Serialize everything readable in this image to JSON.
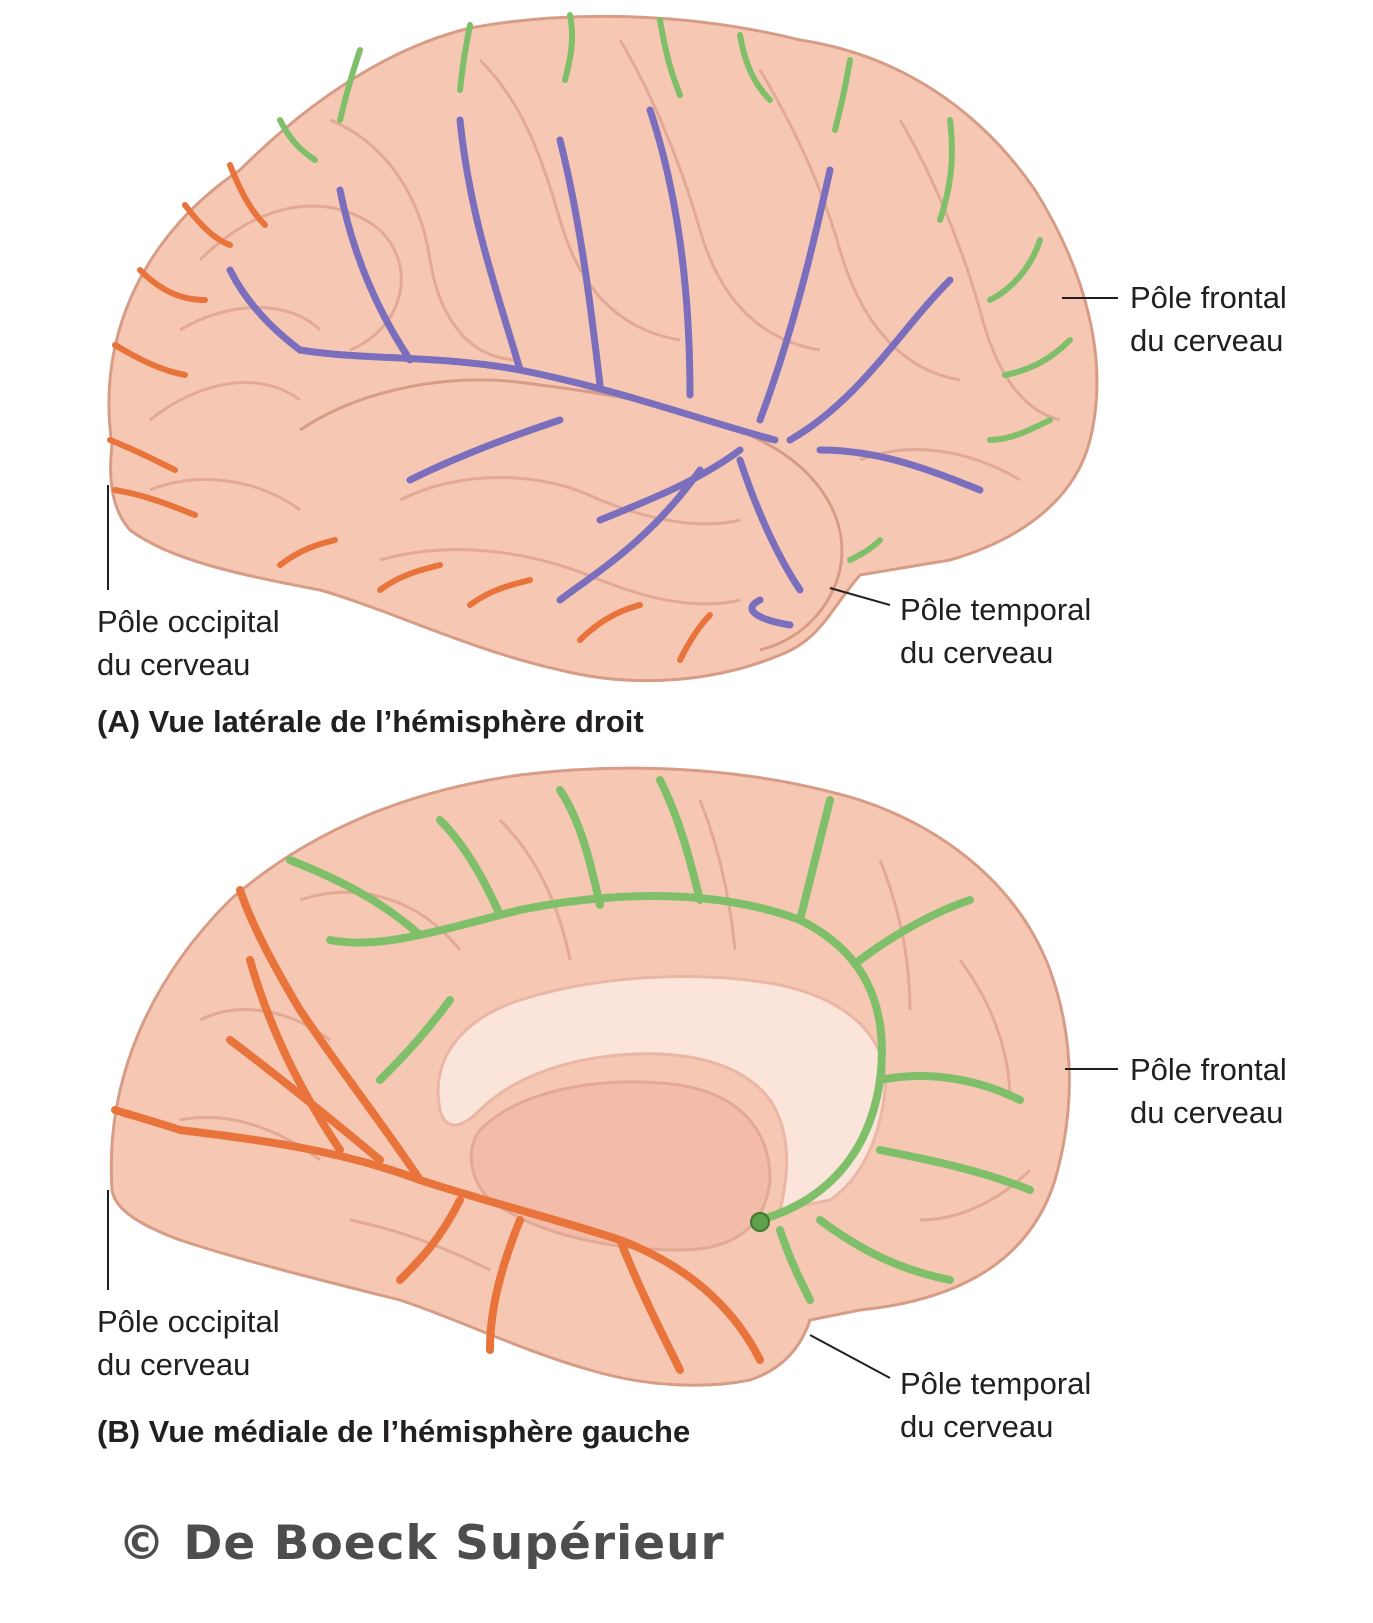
{
  "panel_a": {
    "caption_letter": "(A)",
    "caption_text": "Vue latérale de l’hémisphère droit",
    "frontal_pole": [
      "Pôle frontal",
      "du cerveau"
    ],
    "occipital_pole": [
      "Pôle occipital",
      "du cerveau"
    ],
    "temporal_pole": [
      "Pôle temporal",
      "du cerveau"
    ]
  },
  "panel_b": {
    "caption_letter": "(B)",
    "caption_text": "Vue médiale de l’hémisphère gauche",
    "frontal_pole": [
      "Pôle frontal",
      "du cerveau"
    ],
    "occipital_pole": [
      "Pôle occipital",
      "du cerveau"
    ],
    "temporal_pole": [
      "Pôle temporal",
      "du cerveau"
    ]
  },
  "copyright": "© De Boeck Supérieur",
  "colors": {
    "brain_fill": "#f6c8b4",
    "brain_outline": "#d79c86",
    "gyri_lines": "#e2a996",
    "artery_middle": "#7b6fbd",
    "artery_anterior": "#7fbf6a",
    "artery_posterior": "#e8743b",
    "corpus_callosum": "#fbe4da"
  }
}
